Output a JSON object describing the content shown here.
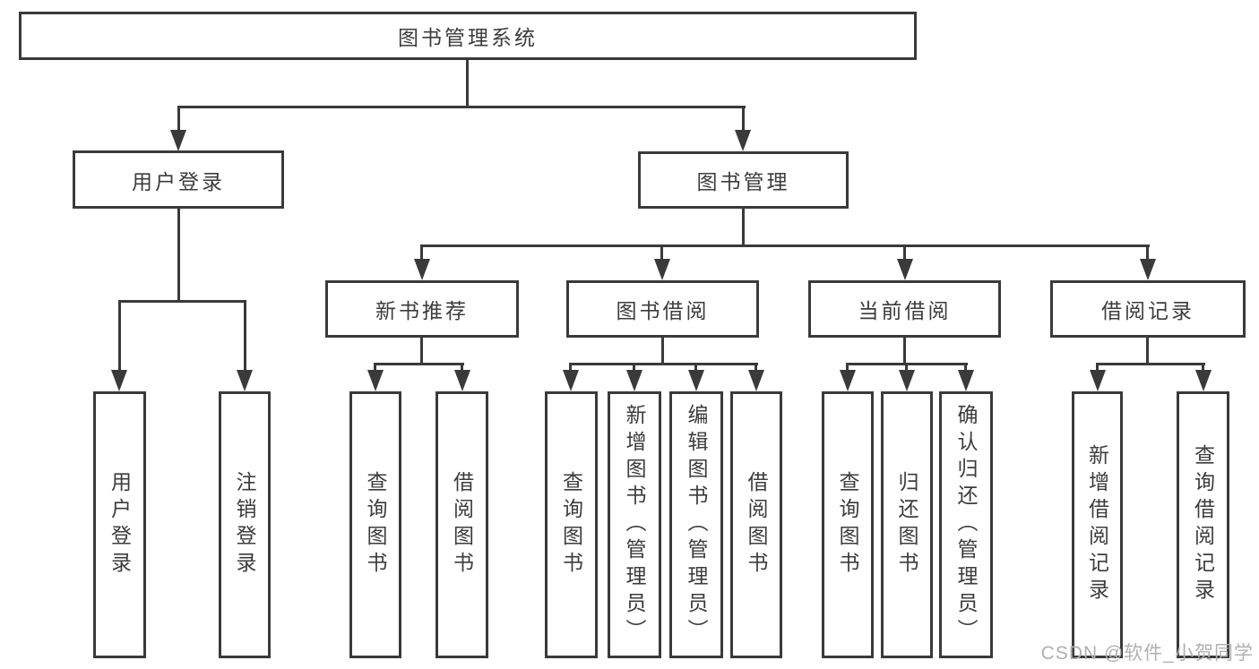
{
  "watermark": "CSDN @软件_小贺同学",
  "colors": {
    "line": "#3a3a3a",
    "text": "#3c3c3c",
    "bg": "#ffffff",
    "watermark": "#b0b0b0"
  },
  "tree": {
    "root": {
      "label": "图书管理系统"
    },
    "branches": [
      {
        "label": "用户登录",
        "children": [
          {
            "label": "用户登录"
          },
          {
            "label": "注销登录"
          }
        ]
      },
      {
        "label": "图书管理",
        "children": [
          {
            "label": "新书推荐",
            "children": [
              {
                "label": "查询图书"
              },
              {
                "label": "借阅图书"
              }
            ]
          },
          {
            "label": "图书借阅",
            "children": [
              {
                "label": "查询图书"
              },
              {
                "label": "新增图书（管理员）"
              },
              {
                "label": "编辑图书（管理员）"
              },
              {
                "label": "借阅图书"
              }
            ]
          },
          {
            "label": "当前借阅",
            "children": [
              {
                "label": "查询图书"
              },
              {
                "label": "归还图书"
              },
              {
                "label": "确认归还（管理员）"
              }
            ]
          },
          {
            "label": "借阅记录",
            "children": [
              {
                "label": "新增借阅记录"
              },
              {
                "label": "查询借阅记录"
              }
            ]
          }
        ]
      }
    ]
  }
}
